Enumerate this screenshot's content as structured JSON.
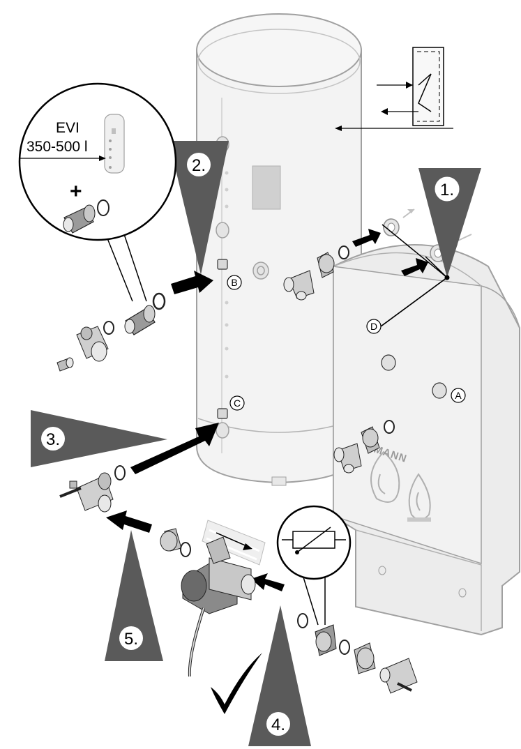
{
  "steps": [
    {
      "number": "1."
    },
    {
      "number": "2."
    },
    {
      "number": "3."
    },
    {
      "number": "4."
    },
    {
      "number": "5."
    }
  ],
  "connections": {
    "A": "A",
    "B": "B",
    "C": "C",
    "D": "D"
  },
  "detail_callout": {
    "model_line1": "EVI",
    "model_line2": "350-500 l",
    "plus_symbol": "+"
  },
  "brand_text": "MANN",
  "colors": {
    "step_triangle": "#5a5a5a",
    "arrow": "#000000",
    "tank_outline": "#9a9a9a",
    "tank_fill": "#f2f2f2",
    "boiler_fill": "#eeeeee",
    "part_fill": "#d8d8d8"
  }
}
